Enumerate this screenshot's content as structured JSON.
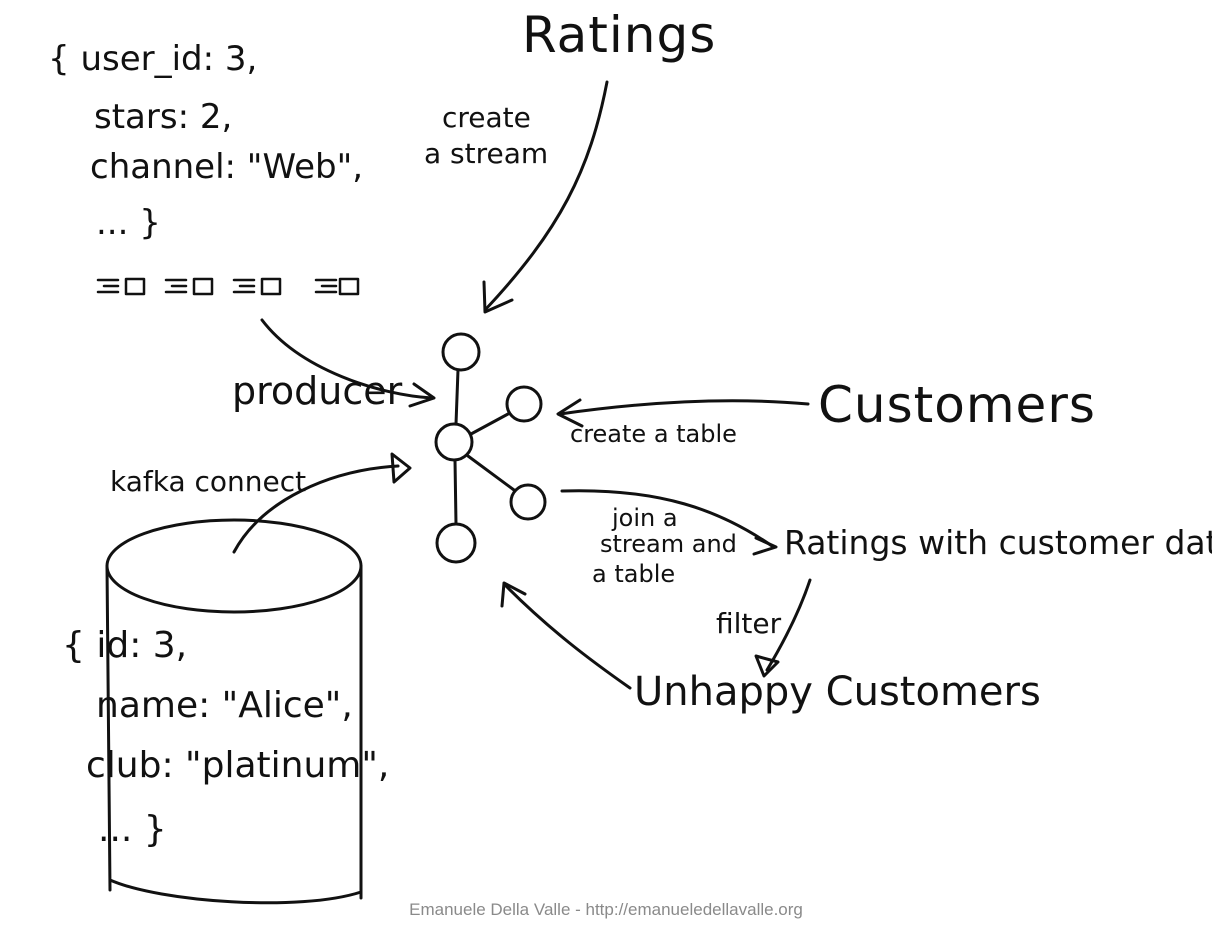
{
  "labels": {
    "ratings": "Ratings",
    "create_stream_1": "create",
    "create_stream_2": "a stream",
    "customers": "Customers",
    "create_table": "create a table",
    "producer": "producer",
    "kafka_connect": "kafka connect",
    "join_1": "join a",
    "join_2": "stream and",
    "join_3": "a table",
    "ratings_with_customer_data": "Ratings with customer data",
    "filter": "filter",
    "unhappy_customers": "Unhappy Customers"
  },
  "rating_record": {
    "line1": "{ user_id: 3,",
    "line2": "stars: 2,",
    "line3": "channel: \"Web\",",
    "line4": "... }"
  },
  "customer_record": {
    "line1": "{ id: 3,",
    "line2": "name: \"Alice\",",
    "line3": "club: \"platinum\",",
    "line4": "... }"
  },
  "footer": "Emanuele Della Valle - http://emanueledellavalle.org"
}
